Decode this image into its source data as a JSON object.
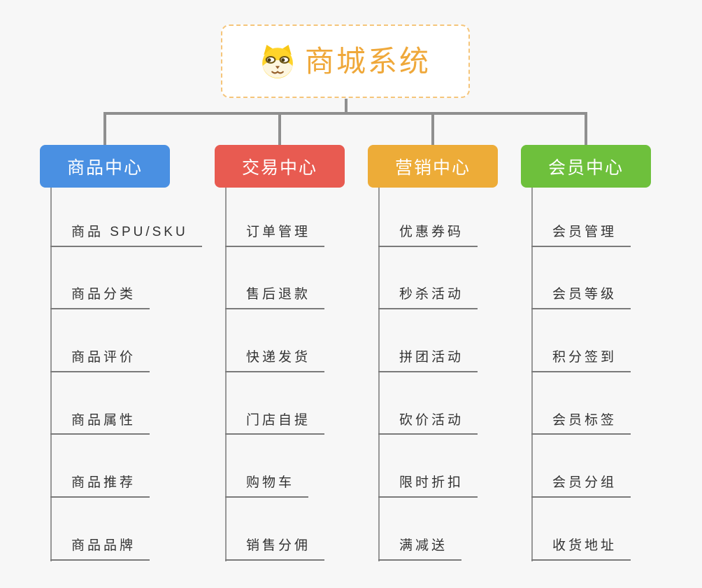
{
  "root": {
    "title": "商城系统",
    "icon": "dog-icon",
    "accent_color": "#efa83a",
    "border_color": "#f5c57a"
  },
  "connector_color": "#8f8f8f",
  "background_color": "#f7f7f7",
  "branches": [
    {
      "label": "商品中心",
      "color": "#4a90e2",
      "items": [
        "商品 SPU/SKU",
        "商品分类",
        "商品评价",
        "商品属性",
        "商品推荐",
        "商品品牌"
      ]
    },
    {
      "label": "交易中心",
      "color": "#e85b51",
      "items": [
        "订单管理",
        "售后退款",
        "快递发货",
        "门店自提",
        "购物车",
        "销售分佣"
      ]
    },
    {
      "label": "营销中心",
      "color": "#edac38",
      "items": [
        "优惠券码",
        "秒杀活动",
        "拼团活动",
        "砍价活动",
        "限时折扣",
        "满减送"
      ]
    },
    {
      "label": "会员中心",
      "color": "#6ec03c",
      "items": [
        "会员管理",
        "会员等级",
        "积分签到",
        "会员标签",
        "会员分组",
        "收货地址"
      ]
    }
  ]
}
